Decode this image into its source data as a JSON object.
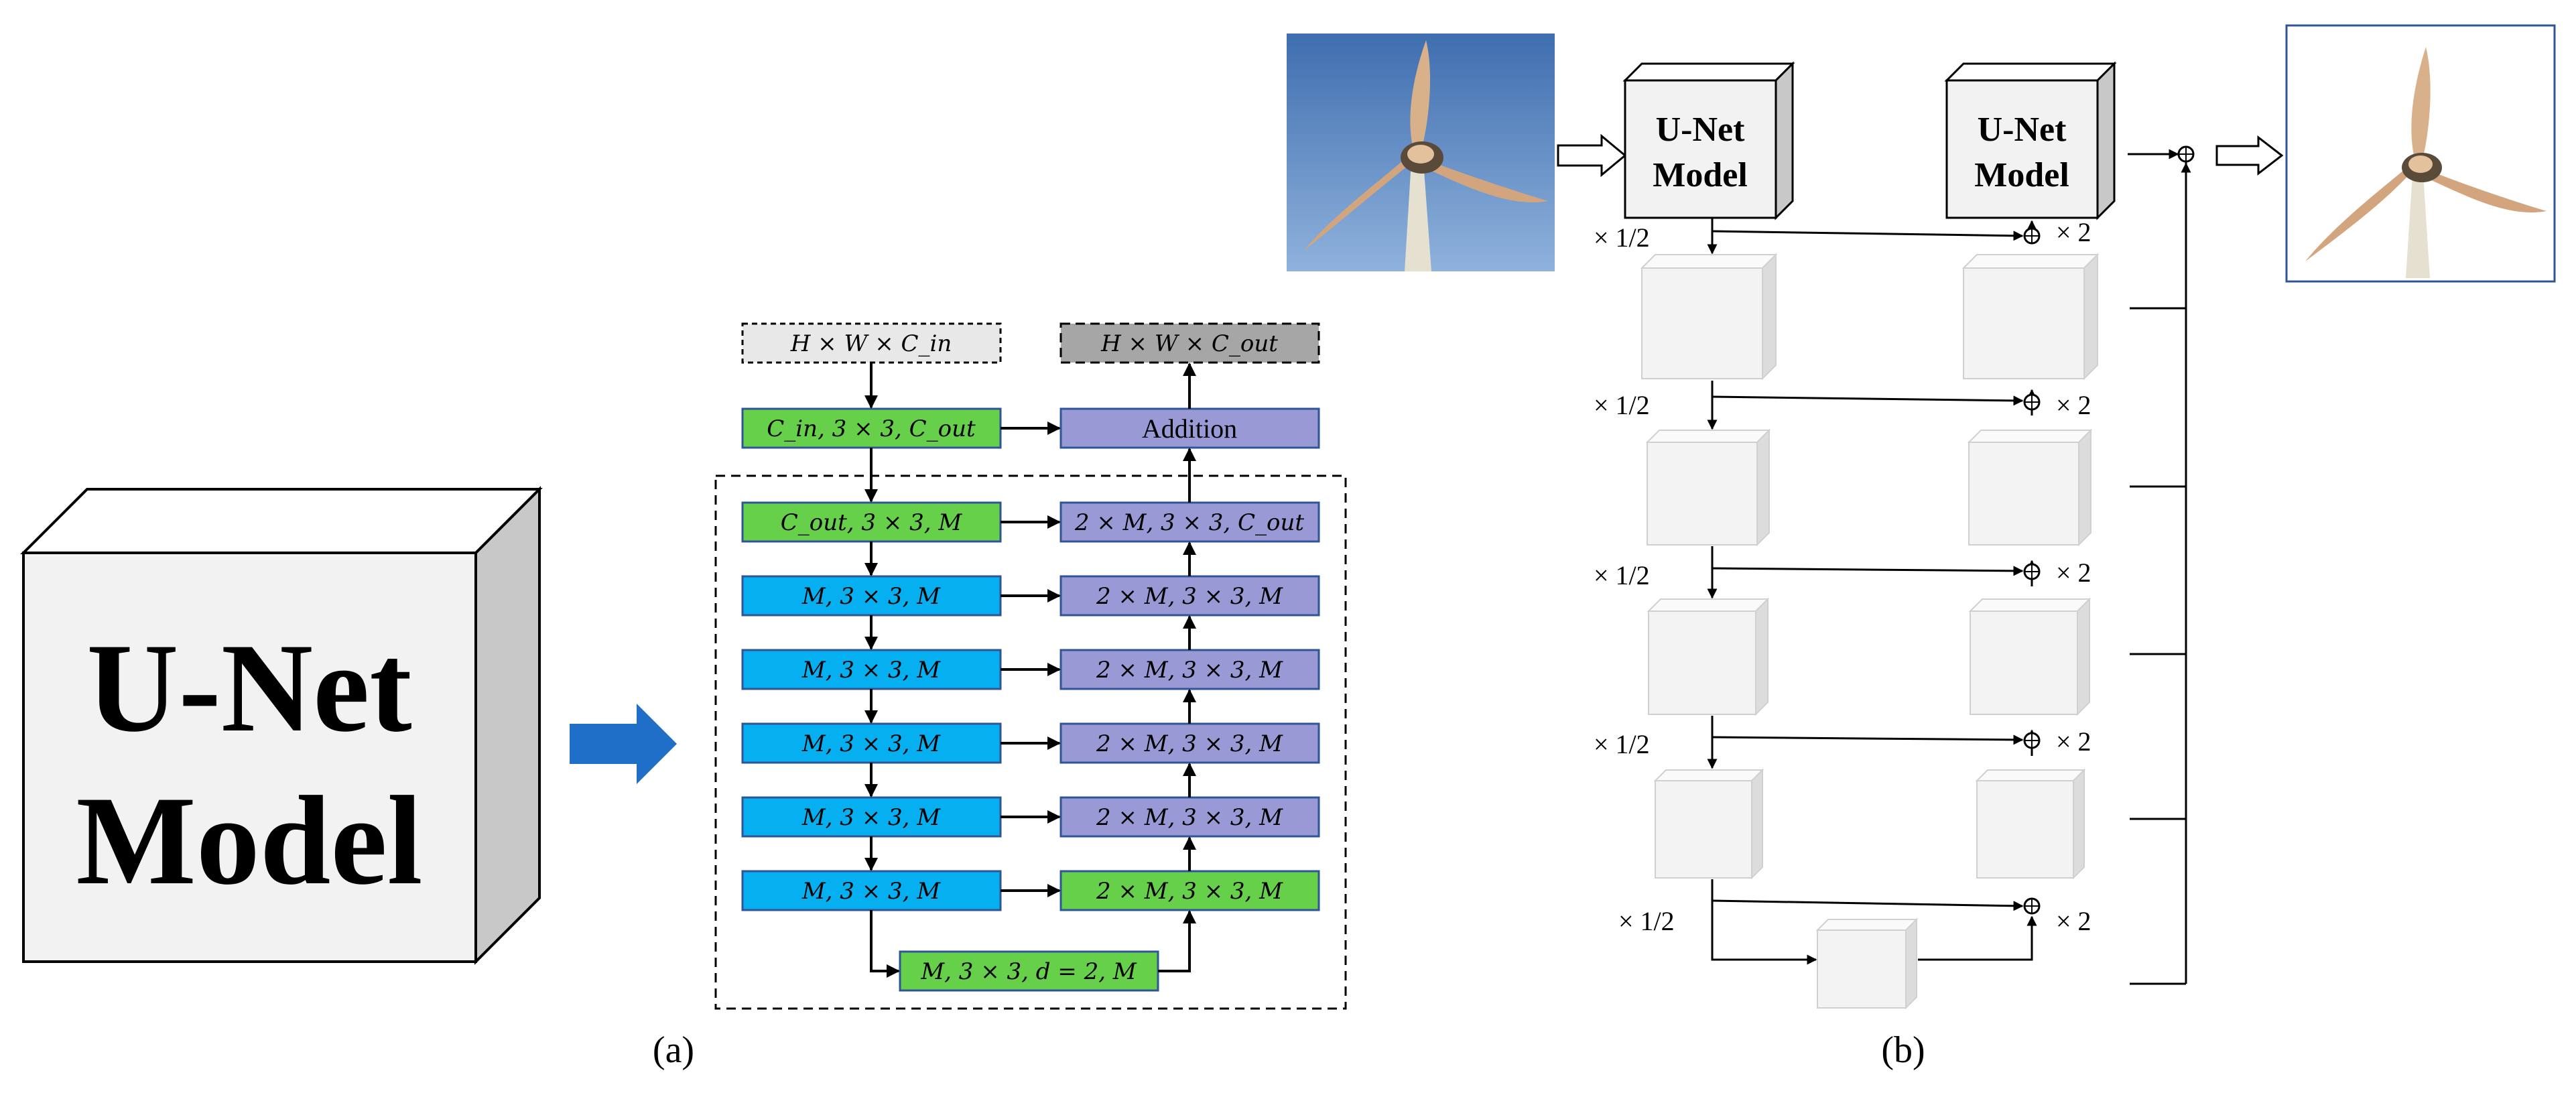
{
  "panel_a": {
    "caption": "(a)",
    "big_block": {
      "line1": "U-Net",
      "line2": "Model"
    },
    "input_label": "H × W × C_in",
    "output_label": "H × W × C_out",
    "first_conv": "C_in, 3 × 3, C_out",
    "addition": "Addition",
    "encoder": [
      "C_out, 3 × 3, M",
      "M, 3 × 3, M",
      "M, 3 × 3, M",
      "M, 3 × 3, M",
      "M, 3 × 3, M",
      "M, 3 × 3, M"
    ],
    "decoder": [
      "2 × M, 3 × 3, C_out",
      "2 × M, 3 × 3, M",
      "2 × M, 3 × 3, M",
      "2 × M, 3 × 3, M",
      "2 × M, 3 × 3, M",
      "2 × M, 3 × 3, M"
    ],
    "bottleneck": "M, 3 × 3, d = 2, M"
  },
  "panel_b": {
    "caption": "(b)",
    "unet_label_1": "U-Net",
    "unet_label_2": "Model",
    "downsample": "× 1/2",
    "upsample": "× 2"
  },
  "colors": {
    "green": "#66d04a",
    "blue": "#06b0f0",
    "purple": "#9999d6",
    "border_blue": "#2f5597",
    "arrow_blue": "#1f6fc8",
    "cube_face": "#f2f2f2",
    "cube_side": "#c8c8c8"
  }
}
